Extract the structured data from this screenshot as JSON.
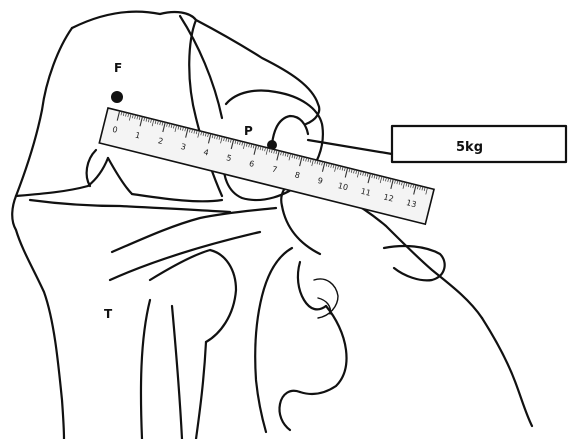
{
  "labels": {
    "femur": "F",
    "patella": "P",
    "tibia": "T",
    "weight": "5kg"
  },
  "ruler": {
    "numbers": [
      "0",
      "1",
      "2",
      "3",
      "4",
      "5",
      "6",
      "7",
      "8",
      "9",
      "10",
      "11",
      "12",
      "13"
    ]
  },
  "colors": {
    "ink": "#111111",
    "ruler_fill": "#f4f4f4",
    "background": "#ffffff"
  }
}
